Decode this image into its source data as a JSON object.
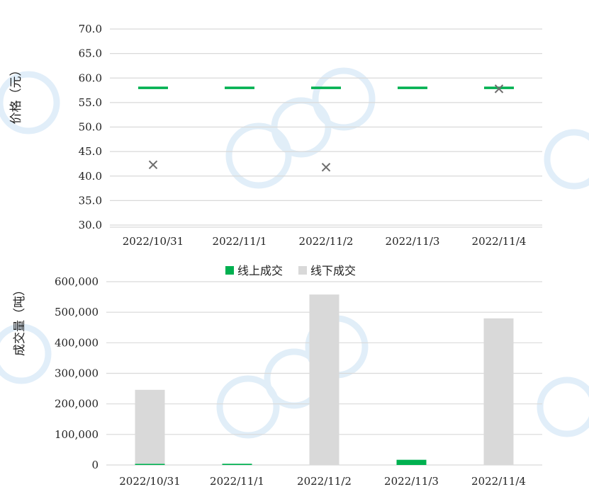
{
  "chart_data": [
    {
      "type": "scatter",
      "ylabel": "价格（元）",
      "categories": [
        "2022/10/31",
        "2022/11/1",
        "2022/11/2",
        "2022/11/3",
        "2022/11/4"
      ],
      "ylim": [
        30,
        70
      ],
      "yticks": [
        "30.0",
        "35.0",
        "40.0",
        "45.0",
        "50.0",
        "55.0",
        "60.0",
        "65.0",
        "70.0"
      ],
      "grid": true,
      "series": [
        {
          "marker": "dash",
          "color": "#00b050",
          "values": [
            58,
            58,
            58,
            58,
            58
          ]
        },
        {
          "marker": "x",
          "color": "#6d6d6d",
          "values": [
            42.3,
            null,
            41.8,
            null,
            57.8
          ]
        }
      ]
    },
    {
      "type": "bar",
      "stacked": true,
      "ylabel": "成交量（吨）",
      "categories": [
        "2022/10/31",
        "2022/11/1",
        "2022/11/2",
        "2022/11/3",
        "2022/11/4"
      ],
      "ylim": [
        0,
        600000
      ],
      "yticks": [
        "0",
        "100,000",
        "200,000",
        "300,000",
        "400,000",
        "500,000",
        "600,000"
      ],
      "grid": true,
      "legend": "top",
      "series": [
        {
          "name": "线上成交",
          "color": "#00b050",
          "values": [
            4000,
            4000,
            0,
            17000,
            0
          ]
        },
        {
          "name": "线下成交",
          "color": "#d9d9d9",
          "values": [
            242000,
            0,
            558000,
            0,
            480000
          ]
        }
      ]
    }
  ]
}
